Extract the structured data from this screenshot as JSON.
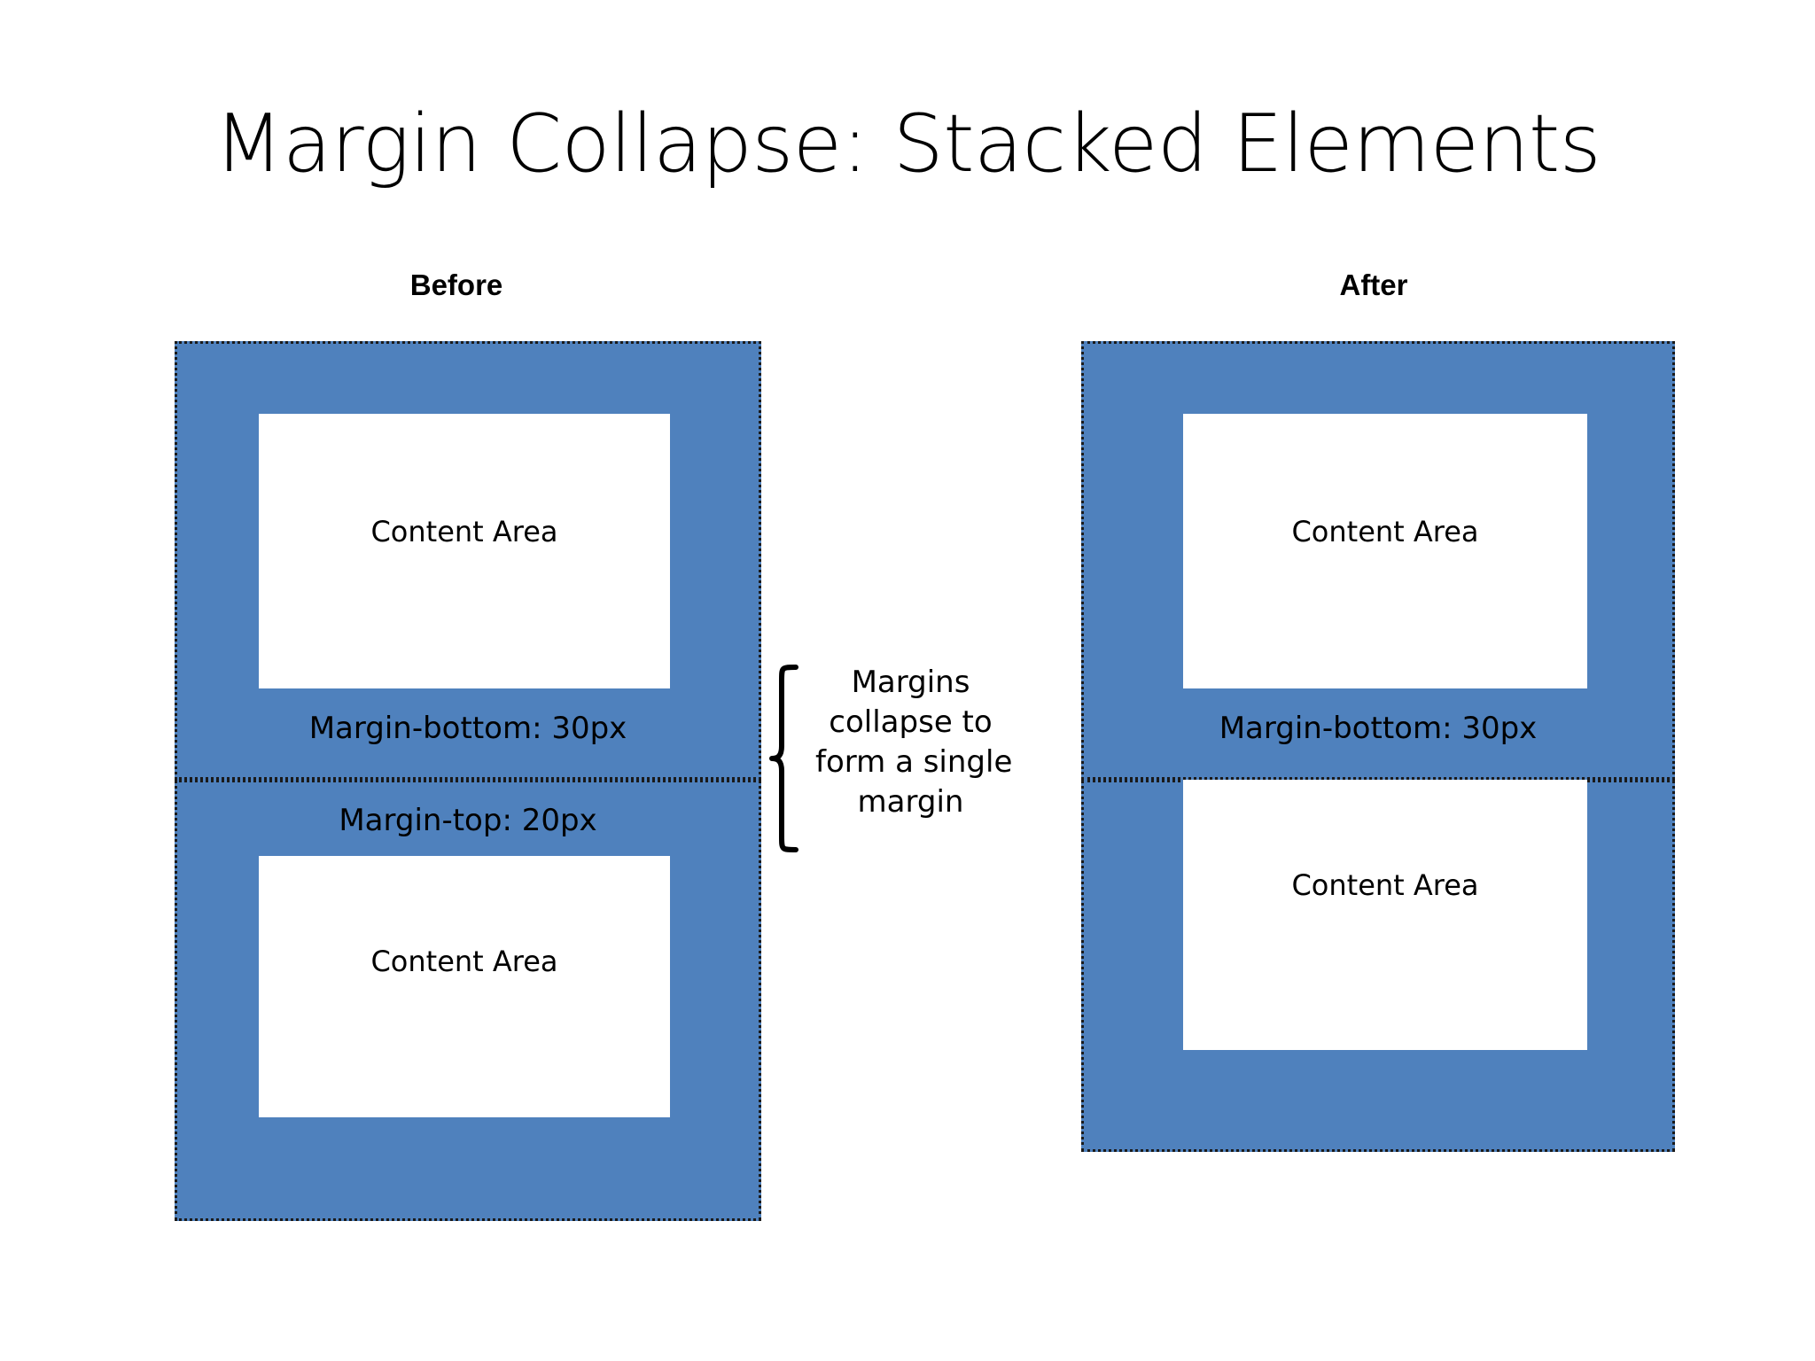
{
  "slide": {
    "title": "Margin Collapse: Stacked Elements",
    "background_color": "#ffffff"
  },
  "colors": {
    "box_fill": "#4f81bd",
    "box_border": "#1a1a1a",
    "content_fill": "#ffffff",
    "text": "#000000"
  },
  "columns": [
    {
      "caption": "Before",
      "boxes": [
        {
          "content_label": "Content Area",
          "margin_label": "Margin-bottom: 30px"
        },
        {
          "content_label": "Content Area",
          "margin_label": "Margin-top: 20px"
        }
      ]
    },
    {
      "caption": "After",
      "boxes": [
        {
          "content_label": "Content Area",
          "margin_label": "Margin-bottom: 30px"
        },
        {
          "content_label": "Content Area",
          "margin_label": ""
        }
      ]
    }
  ],
  "annotation": {
    "icon": "right-curly-brace",
    "lines": [
      "Margins",
      "collapse to",
      "form a single",
      "margin"
    ]
  }
}
